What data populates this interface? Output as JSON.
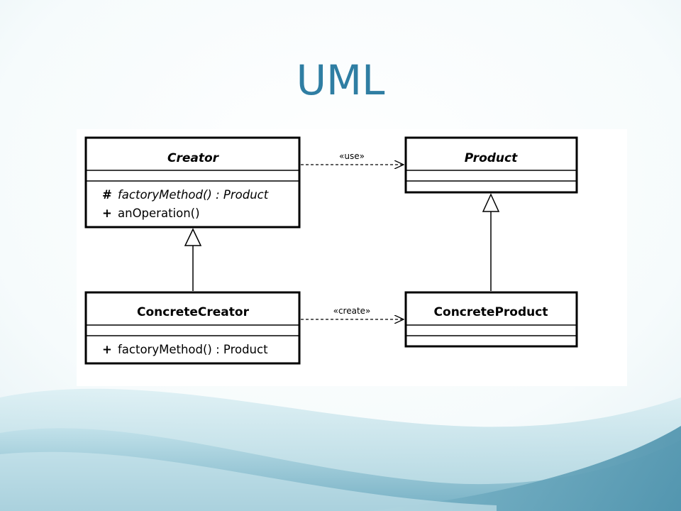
{
  "slide": {
    "title": "UML"
  },
  "diagram": {
    "classes": {
      "creator": {
        "name": "Creator",
        "operations": [
          {
            "visibility": "#",
            "text": "factoryMethod() : Product"
          },
          {
            "visibility": "+",
            "text": "anOperation()"
          }
        ]
      },
      "product": {
        "name": "Product"
      },
      "concrete_creator": {
        "name": "ConcreteCreator",
        "operations": [
          {
            "visibility": "+",
            "text": "factoryMethod() : Product"
          }
        ]
      },
      "concrete_product": {
        "name": "ConcreteProduct"
      }
    },
    "relations": {
      "use_label": "«use»",
      "create_label": "«create»"
    }
  }
}
